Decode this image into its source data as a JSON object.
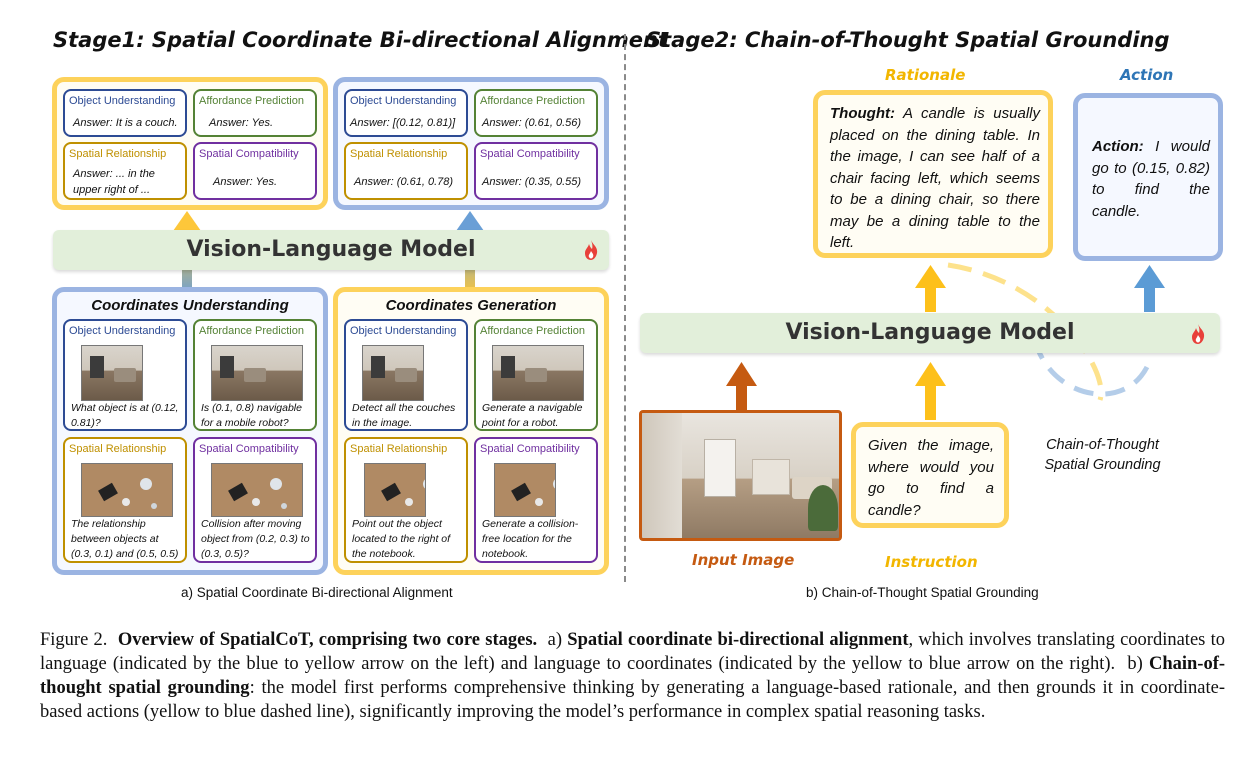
{
  "stage1": {
    "title": "Stage1: Spatial Coordinate Bi-directional Alignment",
    "answers_left": [
      {
        "title": "Object Understanding",
        "answer": "Answer: It is a couch."
      },
      {
        "title": "Affordance Prediction",
        "answer": "Answer: Yes."
      },
      {
        "title": "Spatial Relationship",
        "answer": "Answer: ... in the upper right of ..."
      },
      {
        "title": "Spatial Compatibility",
        "answer": "Answer: Yes."
      }
    ],
    "answers_right": [
      {
        "title": "Object Understanding",
        "answer": "Answer: [(0.12, 0.81)]"
      },
      {
        "title": "Affordance Prediction",
        "answer": "Answer: (0.61, 0.56)"
      },
      {
        "title": "Spatial Relationship",
        "answer": "Answer: (0.61, 0.78)"
      },
      {
        "title": "Spatial Compatibility",
        "answer": "Answer: (0.35, 0.55)"
      }
    ],
    "vlm_label": "Vision-Language Model",
    "understanding": {
      "title": "Coordinates Understanding",
      "items": [
        {
          "title": "Object Understanding",
          "question": "What object is at (0.12, 0.81)?"
        },
        {
          "title": "Affordance Prediction",
          "question": "Is (0.1, 0.8) navigable for a mobile robot?"
        },
        {
          "title": "Spatial Relationship",
          "question": "The relationship between objects at (0.3, 0.1) and (0.5, 0.5)"
        },
        {
          "title": "Spatial Compatibility",
          "question": "Collision after moving object from (0.2, 0.3) to (0.3, 0.5)?"
        }
      ]
    },
    "generation": {
      "title": "Coordinates Generation",
      "items": [
        {
          "title": "Object Understanding",
          "question": "Detect all the couches in the image."
        },
        {
          "title": "Affordance Prediction",
          "question": "Generate a navigable point for a robot."
        },
        {
          "title": "Spatial Relationship",
          "question": "Point out the object located to the right of the notebook."
        },
        {
          "title": "Spatial Compatibility",
          "question": "Generate a collision-free location for the notebook."
        }
      ]
    },
    "caption": "a) Spatial Coordinate Bi-directional Alignment"
  },
  "stage2": {
    "title": "Stage2: Chain-of-Thought Spatial Grounding",
    "rationale_label": "Rationale",
    "action_label": "Action",
    "thought_prefix": "Thought:",
    "thought_text": "A candle is usually placed on the dining table. In the image, I can see half of a chair facing left, which seems to be a dining chair, so there may be a dining table to the left.",
    "action_prefix": "Action:",
    "action_text": "I would go to (0.15, 0.82) to find the candle.",
    "vlm_label": "Vision-Language Model",
    "cot_label": "Chain-of-Thought Spatial Grounding",
    "instruction_text": "Given the image, where would you go to find a candle?",
    "input_image_label": "Input Image",
    "instruction_label": "Instruction",
    "caption": "b) Chain-of-Thought Spatial Grounding"
  },
  "figure_caption": {
    "prefix": "Figure 2.",
    "bold_intro": "Overview of SpatialCoT, comprising two core stages.",
    "part_a_label": "a)",
    "part_a_bold": "Spatial coordinate bi-directional alignment",
    "part_a_text": ", which involves translating coordinates to language (indicated by the blue to yellow arrow on the left) and language to coordinates (indicated by the yellow to blue arrow on the right).",
    "part_b_label": "b)",
    "part_b_bold": "Chain-of-thought spatial grounding",
    "part_b_text": ": the model first performs comprehensive thinking by generating a language-based rationale, and then grounds it in coordinate-based actions (yellow to blue dashed line), significantly improving the model’s performance in complex spatial reasoning tasks."
  },
  "colors": {
    "yellow": "#fdd25b",
    "blue": "#9bb4e2",
    "vlm_green": "#e2efda",
    "orange": "#c55a11",
    "object_understanding": "#2d4b94",
    "affordance_prediction": "#548235",
    "spatial_relationship": "#bf9000",
    "spatial_compatibility": "#7030a0"
  }
}
